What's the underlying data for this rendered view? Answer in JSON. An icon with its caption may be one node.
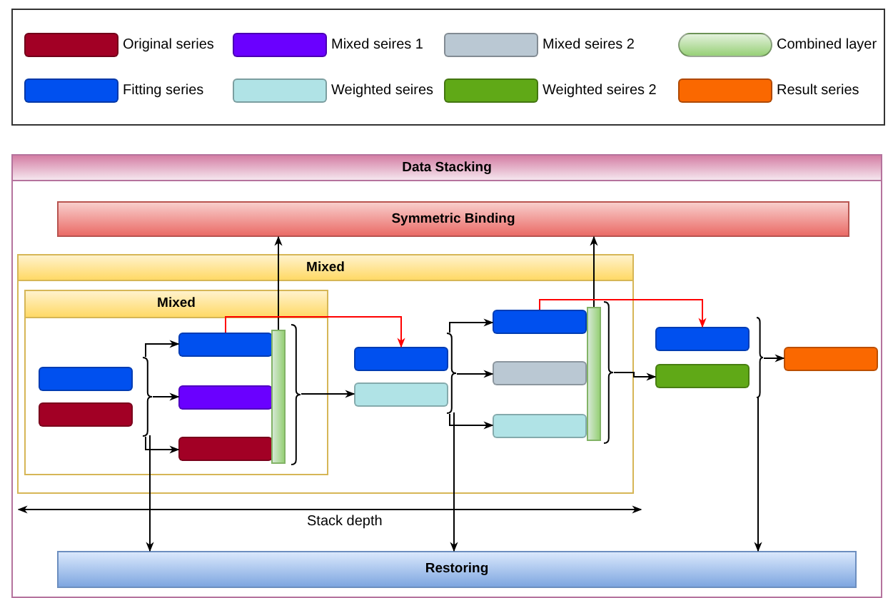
{
  "diagram": {
    "nodes": [
      {
        "text": [
          "Data Stacking"
        ]
      },
      {
        "text": [
          "Symmetric Binding"
        ],
        "in": 0
      },
      {
        "text": [
          "Mixed"
        ],
        "in": 0
      },
      {
        "text": [
          "Mixed"
        ],
        "in": 2
      },
      {
        "text": [],
        "shape": "box",
        "in": 3
      },
      {
        "text": [],
        "shape": "box",
        "in": 3
      },
      {
        "text": [],
        "shape": "brace",
        "in": 3
      },
      {
        "text": [],
        "shape": "box",
        "in": 3
      },
      {
        "text": [],
        "shape": "box",
        "in": 3
      },
      {
        "text": [],
        "shape": "box",
        "in": 3
      },
      {
        "text": [],
        "shape": "bar",
        "in": 3
      },
      {
        "text": [],
        "shape": "brace",
        "in": 3
      },
      {
        "text": [],
        "shape": "box",
        "in": 2
      },
      {
        "text": [],
        "shape": "box",
        "in": 2
      },
      {
        "text": [],
        "shape": "brace",
        "in": 2
      },
      {
        "text": [],
        "shape": "box",
        "in": 2
      },
      {
        "text": [],
        "shape": "box",
        "in": 2
      },
      {
        "text": [],
        "shape": "box",
        "in": 2
      },
      {
        "text": [],
        "shape": "bar",
        "in": 2
      },
      {
        "text": [],
        "shape": "brace",
        "in": 2
      },
      {
        "text": [],
        "shape": "box",
        "in": 0
      },
      {
        "text": [],
        "shape": "box",
        "in": 0
      },
      {
        "text": [],
        "shape": "brace",
        "in": 0
      },
      {
        "text": [],
        "shape": "box",
        "in": 0
      },
      {
        "text": [
          "Restoring"
        ],
        "in": 0
      }
    ],
    "edges": [
      {
        "from": 6,
        "to": 7,
        "arrow": "to"
      },
      {
        "from": 6,
        "to": 8,
        "arrow": "to"
      },
      {
        "from": 6,
        "to": 9,
        "arrow": "to"
      },
      {
        "from": 6,
        "to": 24,
        "arrow": "to"
      },
      {
        "from": 10,
        "to": 1,
        "arrow": "to"
      },
      {
        "from": 7,
        "to": 12,
        "arrow": "to",
        "color": "#ff0000"
      },
      {
        "from": 11,
        "to": 13,
        "arrow": "to"
      },
      {
        "from": 14,
        "to": 15,
        "arrow": "to"
      },
      {
        "from": 14,
        "to": 16,
        "arrow": "to"
      },
      {
        "from": 14,
        "to": 17,
        "arrow": "to"
      },
      {
        "from": 14,
        "to": 24,
        "arrow": "to"
      },
      {
        "from": 18,
        "to": 1,
        "arrow": "to"
      },
      {
        "from": 15,
        "to": 20,
        "arrow": "to",
        "color": "#ff0000"
      },
      {
        "from": 19,
        "to": 21,
        "arrow": "to"
      },
      {
        "from": 22,
        "to": 23,
        "arrow": "to"
      },
      {
        "from": 22,
        "to": 24,
        "arrow": "to"
      }
    ],
    "labels": [
      "Stack depth"
    ],
    "legend": [
      {
        "text": "Original series",
        "color": "#a20025"
      },
      {
        "text": "Mixed seires 1",
        "color": "#6a00ff"
      },
      {
        "text": "Mixed seires 2",
        "color": "#bac8d3"
      },
      {
        "text": "Combined layer",
        "color": "#97d077"
      },
      {
        "text": "Fitting series",
        "color": "#0050ef"
      },
      {
        "text": "Weighted seires",
        "color": "#b0e3e6"
      },
      {
        "text": "Weighted seires 2",
        "color": "#60a917"
      },
      {
        "text": "Result series",
        "color": "#fa6800"
      }
    ]
  }
}
